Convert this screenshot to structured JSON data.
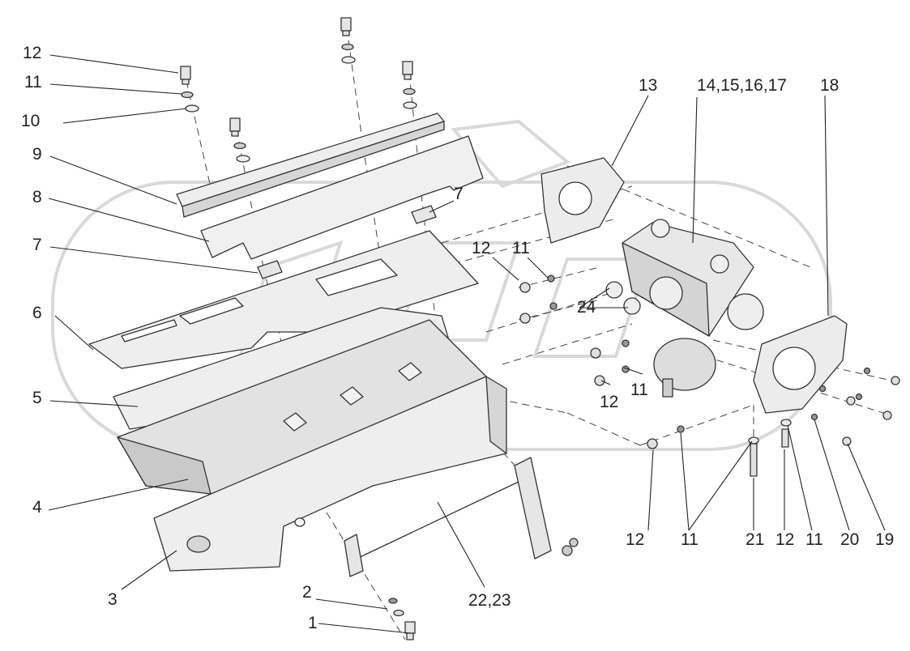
{
  "labels": {
    "l1": "1",
    "l2": "2",
    "l3": "3",
    "l4": "4",
    "l5": "5",
    "l6": "6",
    "l7a": "7",
    "l7b": "7",
    "l8": "8",
    "l9": "9",
    "l10": "10",
    "l11a": "11",
    "l11b": "11",
    "l11c": "11",
    "l11d": "11",
    "l11e": "11",
    "l12a": "12",
    "l12b": "12",
    "l12c": "12",
    "l12d": "12",
    "l12e": "12",
    "l13": "13",
    "l14": "14,15,16,17",
    "l18": "18",
    "l19": "19",
    "l20": "20",
    "l21": "21",
    "l2223": "22,23",
    "l24": "24"
  },
  "colors": {
    "part_fill": "#eeeeee",
    "part_shade": "#d6d6d6",
    "watermark": "#d9d9d9"
  }
}
